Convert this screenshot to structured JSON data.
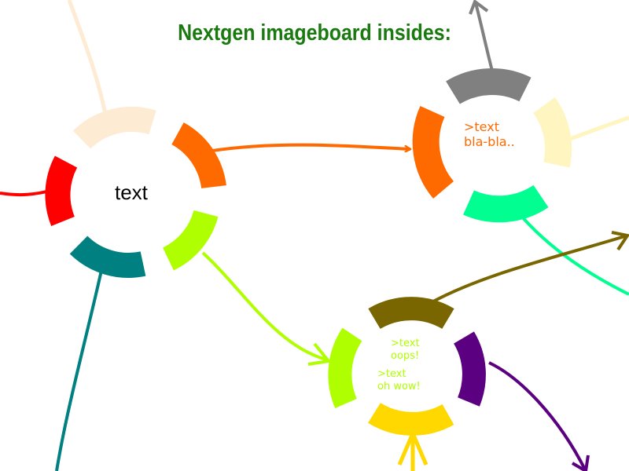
{
  "title": "Nextgen imageboard insides:",
  "colors": {
    "title": "#1a7a10",
    "peach": "#fdebd3",
    "orange": "#ff6a00",
    "red": "#ff0000",
    "teal": "#008080",
    "lime": "#b0ff00",
    "gray": "#808080",
    "cream": "#fff5c0",
    "mint": "#00ff90",
    "olive": "#7a6600",
    "purple": "#5a0080",
    "yellow": "#ffd800"
  },
  "nodes": [
    {
      "id": "main",
      "lines": [
        "text"
      ]
    },
    {
      "id": "reply-1",
      "lines": [
        ">text",
        "bla-bla.."
      ]
    },
    {
      "id": "reply-2",
      "lines": [
        ">text",
        "oops!",
        ">text",
        "oh wow!"
      ]
    }
  ]
}
